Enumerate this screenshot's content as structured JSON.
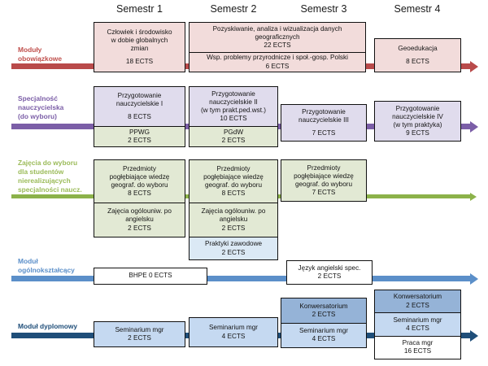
{
  "headers": [
    {
      "label": "Semestr 1"
    },
    {
      "label": "Semestr 2"
    },
    {
      "label": "Semestr 3"
    },
    {
      "label": "Semestr 4"
    }
  ],
  "colors": {
    "red_band": "#b94a4a",
    "purple_band": "#7b5ea7",
    "green_band": "#8cb24a",
    "lightblue_band": "#5b8fc9",
    "darkblue_band": "#1f4e79",
    "red_box": "#f2dcdb",
    "purple_box": "#e0dced",
    "green_box": "#e2e9d4",
    "lightblue_box": "#c5d9f1",
    "midblue_box": "#95b3d7",
    "white_box": "#ffffff",
    "label_red": "#c0504d",
    "label_purple": "#7b5ea7",
    "label_green": "#9bbb59",
    "label_blue": "#5b8fc9",
    "label_darkblue": "#1f4e79"
  },
  "rows": [
    {
      "label": "Moduły\nobowiązkowe",
      "band_color": "#b94a4a"
    },
    {
      "label": "Specjalność\nnauczycielska\n(do wyboru)",
      "band_color": "#7b5ea7"
    },
    {
      "label": "Zajęcia do wyboru\ndla studentów\nnierealizujących\nspecjalności naucz.",
      "band_color": "#8cb24a"
    },
    {
      "label": "Moduł\nogólnokształcący",
      "band_color": "#5b8fc9"
    },
    {
      "label": "Moduł dyplomowy",
      "band_color": "#1f4e79"
    }
  ],
  "boxes": {
    "r1_s1": {
      "title": "Człowiek i środowisko\nw dobie globalnych\nzmian",
      "ects": "18 ECTS"
    },
    "r1_s23_top": {
      "title": "Pozyskiwanie, analiza i wizualizacja danych\ngeograficznych",
      "ects": "22 ECTS"
    },
    "r1_s23_bot": {
      "title": "Wsp. problemy przyrodnicze i społ.-gosp. Polski",
      "ects": "6 ECTS"
    },
    "r1_s4": {
      "title": "Geoedukacja",
      "ects": "8 ECTS"
    },
    "r2_s1_top": {
      "title": "Przygotowanie\nnauczycielskie I",
      "ects": "8 ECTS"
    },
    "r2_s1_bot": {
      "title": "PPWG",
      "ects": "2 ECTS"
    },
    "r2_s2_top": {
      "title": "Przygotowanie\nnauczycielskie II\n(w tym prakt.ped.wst.)",
      "ects": "10 ECTS"
    },
    "r2_s2_bot": {
      "title": "PGdW",
      "ects": "2 ECTS"
    },
    "r2_s3": {
      "title": "Przygotowanie\nnauczycielskie III",
      "ects": "7 ECTS"
    },
    "r2_s4": {
      "title": "Przygotowanie\nnauczycielskie IV\n(w tym praktyka)",
      "ects": "9 ECTS"
    },
    "r3_s1_top": {
      "title": "Przedmioty\npogłębiające wiedzę\ngeograf. do wyboru",
      "ects": "8 ECTS"
    },
    "r3_s1_bot": {
      "title": "Zajęcia ogólouniw. po\nangielsku",
      "ects": "2 ECTS"
    },
    "r3_s2_top": {
      "title": "Przedmioty\npogłębiające wiedzę\ngeograf. do wyboru",
      "ects": "8 ECTS"
    },
    "r3_s2_mid": {
      "title": "Zajęcia ogólouniw. po\nangielsku",
      "ects": "2 ECTS"
    },
    "r3_s2_bot": {
      "title": "Praktyki zawodowe",
      "ects": "2 ECTS"
    },
    "r3_s3": {
      "title": "Przedmioty\npogłębiające wiedzę\ngeograf. do wyboru",
      "ects": "7 ECTS"
    },
    "r4_s1": {
      "title": "BHPE 0 ECTS",
      "ects": ""
    },
    "r4_s3": {
      "title": "Język angielski spec.",
      "ects": "2 ECTS"
    },
    "r5_s1": {
      "title": "Seminarium mgr",
      "ects": "2 ECTS"
    },
    "r5_s2": {
      "title": "Seminarium mgr",
      "ects": "4 ECTS"
    },
    "r5_s3_top": {
      "title": "Konwersatorium",
      "ects": "2 ECTS"
    },
    "r5_s3_bot": {
      "title": "Seminarium mgr",
      "ects": "4 ECTS"
    },
    "r5_s4_top": {
      "title": "Konwersatorium",
      "ects": "2 ECTS"
    },
    "r5_s4_mid": {
      "title": "Seminarium mgr",
      "ects": "4 ECTS"
    },
    "r5_s4_bot": {
      "title": "Praca mgr",
      "ects": "16 ECTS"
    }
  }
}
